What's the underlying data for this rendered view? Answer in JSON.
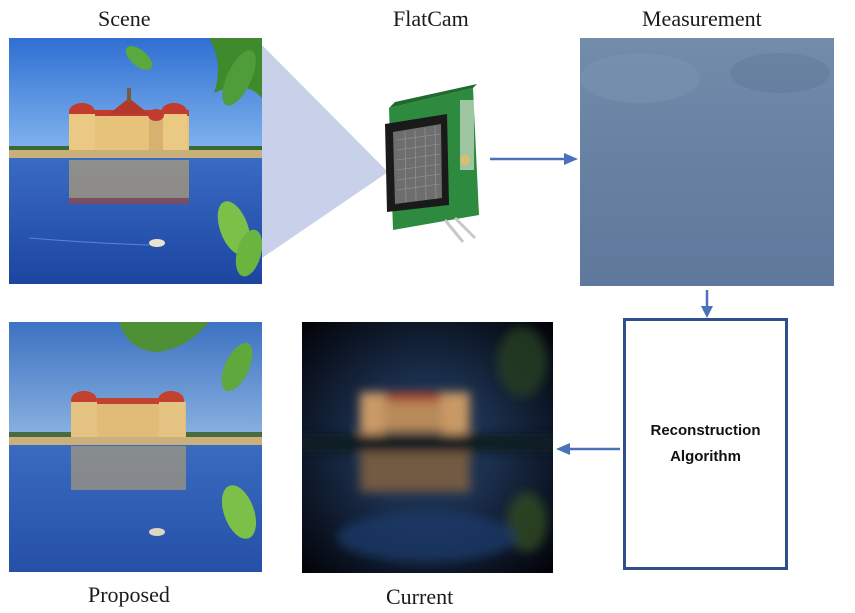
{
  "captions": {
    "scene": "Scene",
    "flatcam": "FlatCam",
    "measurement": "Measurement",
    "proposed": "Proposed",
    "current": "Current"
  },
  "algorithm": {
    "line1": "Reconstruction",
    "line2": "Algorithm"
  },
  "colors": {
    "arrow": "#4a72b8",
    "box_border": "#2f4f8a",
    "projection_cone": "#c9d1ea",
    "measurement": "#6b84a6",
    "sky": "#3f7fd6",
    "water": "#2a57b8"
  },
  "icons": {
    "flatcam_device": "circuit-board-sensor-icon",
    "arrow": "arrow-icon"
  }
}
